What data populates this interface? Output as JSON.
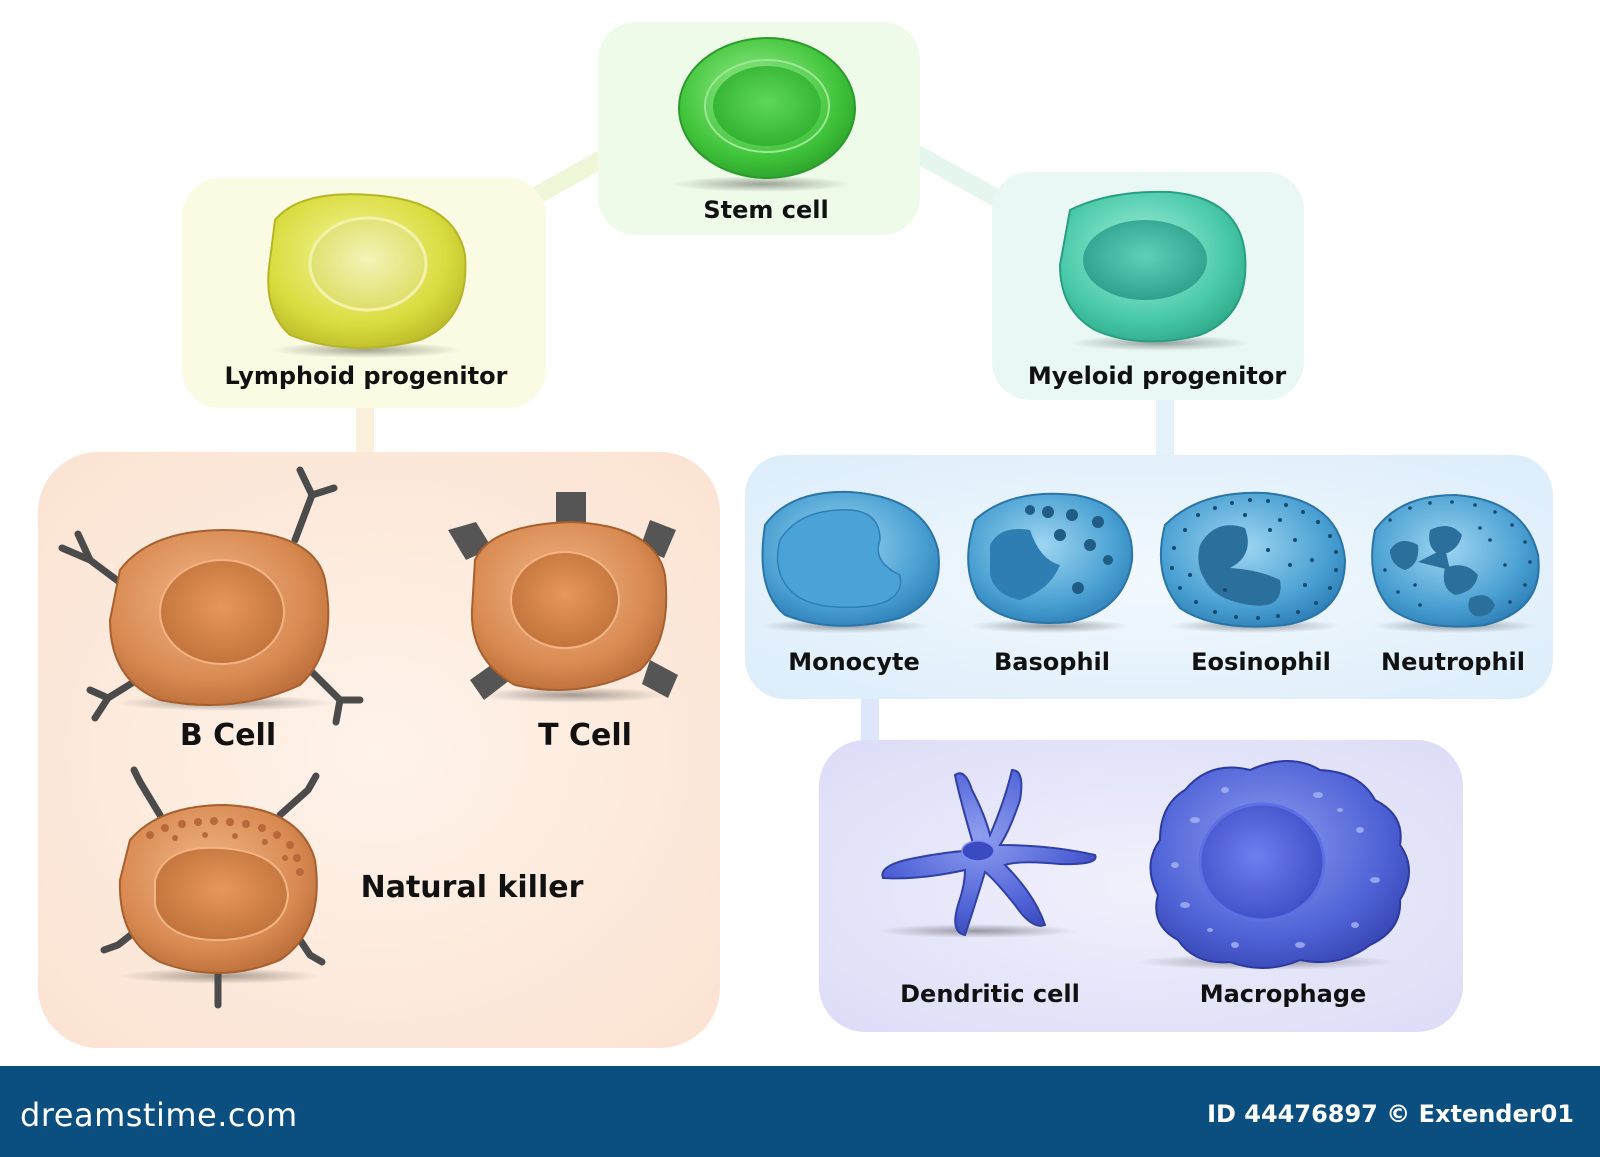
{
  "diagram": {
    "nodes": {
      "stem": "Stem cell",
      "lymphoid": "Lymphoid progenitor",
      "myeloid": "Myeloid progenitor",
      "b_cell": "B Cell",
      "t_cell": "T Cell",
      "nk": "Natural killer",
      "monocyte": "Monocyte",
      "basophil": "Basophil",
      "eosinophil": "Eosinophil",
      "neutrophil": "Neutrophil",
      "dendritic": "Dendritic cell",
      "macrophage": "Macrophage"
    },
    "edges": [
      [
        "Stem cell",
        "Lymphoid progenitor"
      ],
      [
        "Stem cell",
        "Myeloid progenitor"
      ],
      [
        "Lymphoid progenitor",
        "B Cell"
      ],
      [
        "Lymphoid progenitor",
        "T Cell"
      ],
      [
        "Lymphoid progenitor",
        "Natural killer"
      ],
      [
        "Myeloid progenitor",
        "Monocyte"
      ],
      [
        "Myeloid progenitor",
        "Basophil"
      ],
      [
        "Myeloid progenitor",
        "Eosinophil"
      ],
      [
        "Myeloid progenitor",
        "Neutrophil"
      ],
      [
        "Monocyte",
        "Dendritic cell"
      ],
      [
        "Monocyte",
        "Macrophage"
      ]
    ],
    "colors": {
      "stem": "#3bbf3b",
      "lymphoid": "#d6d83a",
      "myeloid": "#3fc6a6",
      "lymphocyte": "#d98c55",
      "granulocyte": "#3d8fc4",
      "phagocyte": "#4a5fd0"
    }
  },
  "watermark": {
    "brand": "dreamstime.com",
    "credit": "ID 44476897 © Extender01"
  }
}
